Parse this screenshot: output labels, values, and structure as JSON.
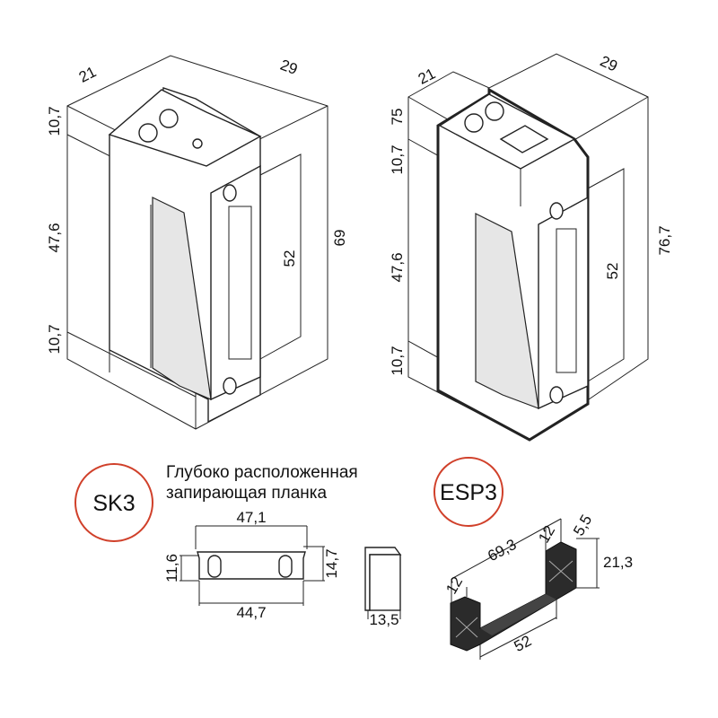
{
  "left_lock": {
    "dims": {
      "width": "21",
      "depth": "29",
      "top_height": "10,7",
      "middle_height": "47,6",
      "bottom_height": "10,7",
      "faceplate_height": "52",
      "total_height": "69"
    }
  },
  "right_lock": {
    "dims": {
      "width": "21",
      "depth": "29",
      "top_extra": "75",
      "top_height": "10,7",
      "middle_height": "47,6",
      "bottom_height": "10,7",
      "faceplate_height": "52",
      "total_height": "76,7"
    }
  },
  "sk3": {
    "badge": "SK3",
    "badge_color": "#d0402a",
    "title_line1": "Глубоко расположенная",
    "title_line2": "запирающая планка",
    "dims": {
      "top_width": "47,1",
      "bottom_width": "44,7",
      "left_height": "11,6",
      "right_height": "14,7",
      "side_depth": "13,5"
    }
  },
  "esp3": {
    "badge": "ESP3",
    "badge_color": "#d0402a",
    "dims": {
      "length": "69,3",
      "end_right": "12",
      "end_left": "12",
      "thickness": "5,5",
      "height": "21,3",
      "inner": "52"
    }
  }
}
